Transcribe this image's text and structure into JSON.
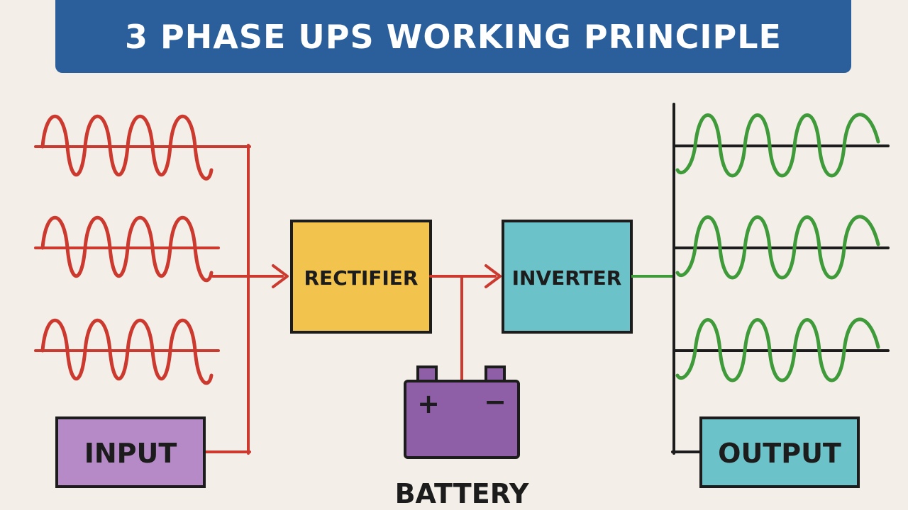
{
  "title": "3 PHASE UPS WORKING PRINCIPLE",
  "blocks": {
    "input": "INPUT",
    "rectifier": "RECTIFIER",
    "inverter": "INVERTER",
    "battery": "BATTERY",
    "output": "OUTPUT"
  },
  "battery_terminals": {
    "positive": "+",
    "negative": "−"
  },
  "colors": {
    "title_bg": "#2a5f9c",
    "input_wave": "#cc3a2f",
    "output_wave": "#3f9a3a",
    "input_box": "#b58ac6",
    "rectifier_box": "#f2c34d",
    "inverter_box": "#6cc2c9",
    "battery_box": "#8e5fa6",
    "output_box": "#6cc2c9"
  }
}
